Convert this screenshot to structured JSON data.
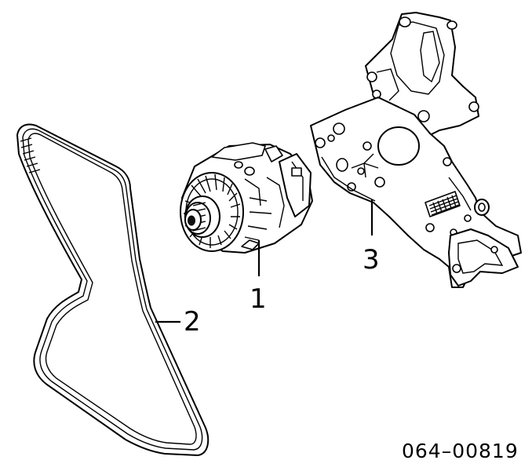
{
  "callouts": [
    {
      "id": "alternator",
      "number": "1"
    },
    {
      "id": "belt",
      "number": "2"
    },
    {
      "id": "bracket",
      "number": "3"
    }
  ],
  "reference_number": "064–00819"
}
